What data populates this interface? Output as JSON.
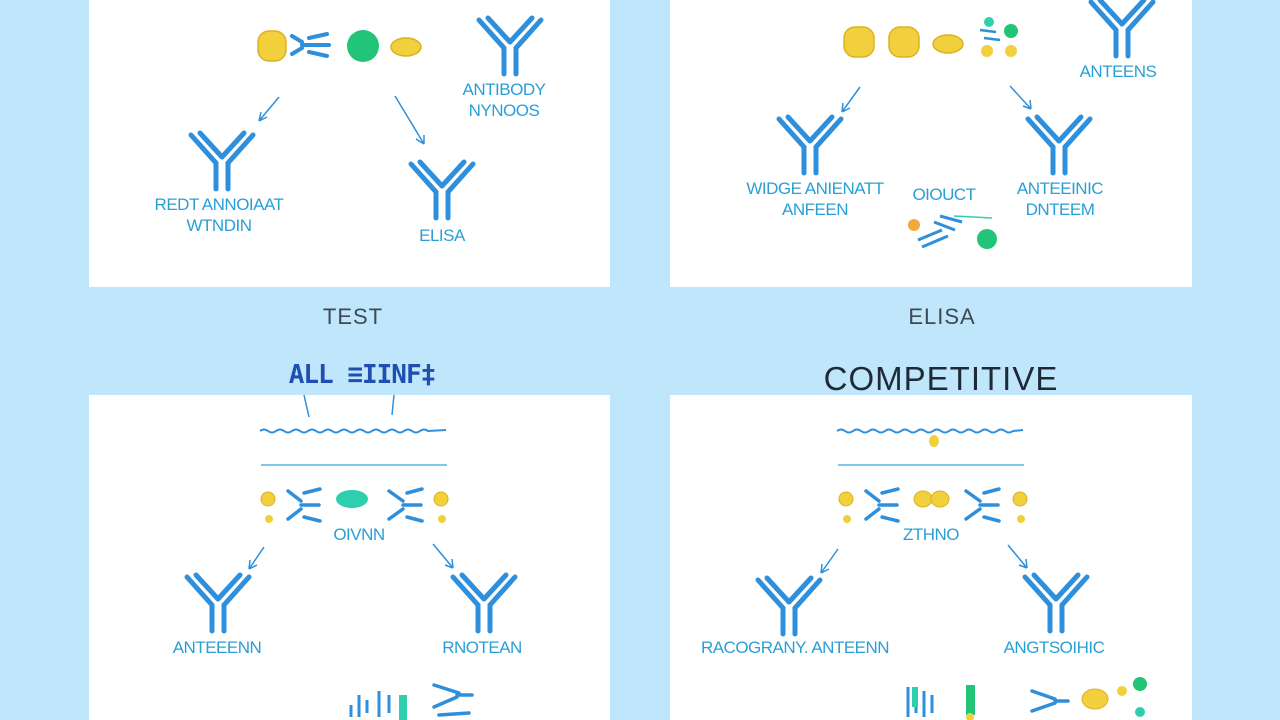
{
  "panels": {
    "top_left": {
      "label_1": "ANTIBODY\nNYNOOS",
      "label_2": "REDT ANNOIAAT\nWTNDIN",
      "label_3": "ELISA"
    },
    "top_right": {
      "label_1": "ANTEENS",
      "label_2": "WIDGE ANIENATT\nANFEEN",
      "label_3": "OIOUCT",
      "label_4": "ANTEEINIC\nDNTEEM"
    },
    "bottom_left": {
      "label_1": "OIVNN",
      "label_2": "ANTEEENN",
      "label_3": "RNOTEAN"
    },
    "bottom_right": {
      "label_1": "ZTHNO",
      "label_2": "RACOGRANY. ANTEENN",
      "label_3": "ANGTSOIHIC"
    }
  },
  "captions": {
    "test": "TEST",
    "elisa": "ELISA",
    "handwritten": "ALL  ≡IINF‡",
    "competitive": "COMPETITIVE"
  },
  "colors": {
    "background": "#bfe6fb",
    "panel": "#ffffff",
    "antibody": "#2e8fdc",
    "label": "#2a9fd6",
    "antigen_yellow": "#f2cf3c",
    "antigen_green": "#22c477",
    "antigen_teal": "#2fcfae",
    "caption": "#3c4a55"
  }
}
